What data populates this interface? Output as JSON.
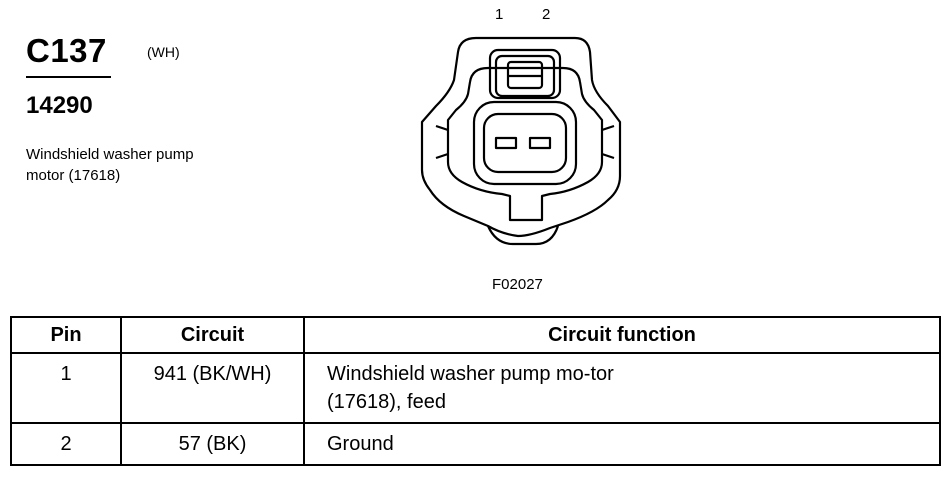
{
  "connector": {
    "id": "C137",
    "color": "(WH)",
    "part_number": "14290",
    "description": "Windshield washer pump motor (17618)",
    "figure_code": "F02027",
    "pin_labels": [
      "1",
      "2"
    ]
  },
  "table": {
    "headers": [
      "Pin",
      "Circuit",
      "Circuit function"
    ],
    "rows": [
      {
        "pin": "1",
        "circuit": "941 (BK/WH)",
        "function": "Windshield washer pump mo-tor (17618), feed"
      },
      {
        "pin": "2",
        "circuit": "57 (BK)",
        "function": "Ground"
      }
    ]
  }
}
